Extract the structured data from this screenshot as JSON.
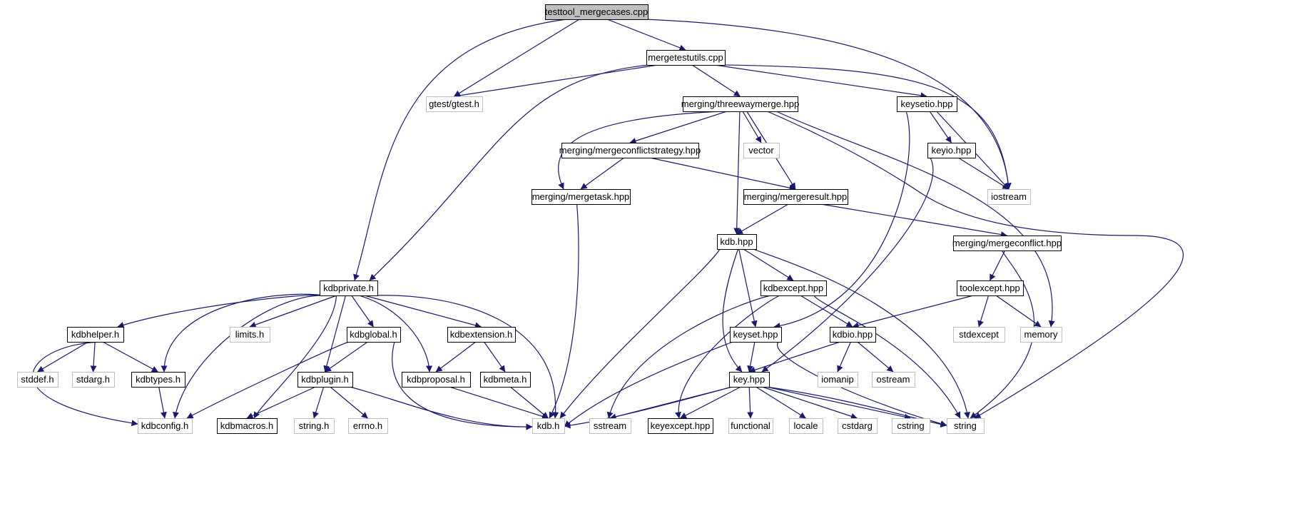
{
  "colors": {
    "edge": "#191970",
    "node_border": "#000000",
    "external_border": "#bfbfbf",
    "root_fill": "#bfbfbf",
    "node_fill": "#ffffff",
    "text": "#000000"
  },
  "nodes": [
    {
      "id": "testtool",
      "label": "testtool_mergecases.cpp",
      "kind": "root"
    },
    {
      "id": "mergetestutils",
      "label": "mergetestutils.cpp",
      "kind": "file"
    },
    {
      "id": "gtest",
      "label": "gtest/gtest.h",
      "kind": "external"
    },
    {
      "id": "threewaymerge",
      "label": "merging/threewaymerge.hpp",
      "kind": "file"
    },
    {
      "id": "keysetio",
      "label": "keysetio.hpp",
      "kind": "file"
    },
    {
      "id": "mergeconflictstrategy",
      "label": "merging/mergeconflictstrategy.hpp",
      "kind": "file"
    },
    {
      "id": "vector",
      "label": "vector",
      "kind": "external"
    },
    {
      "id": "keyio",
      "label": "keyio.hpp",
      "kind": "file"
    },
    {
      "id": "mergetask",
      "label": "merging/mergetask.hpp",
      "kind": "file"
    },
    {
      "id": "mergeresult",
      "label": "merging/mergeresult.hpp",
      "kind": "file"
    },
    {
      "id": "iostream",
      "label": "iostream",
      "kind": "external"
    },
    {
      "id": "kdbhpp",
      "label": "kdb.hpp",
      "kind": "file"
    },
    {
      "id": "mergeconflict",
      "label": "merging/mergeconflict.hpp",
      "kind": "file"
    },
    {
      "id": "kdbprivate",
      "label": "kdbprivate.h",
      "kind": "file"
    },
    {
      "id": "kdbexcept",
      "label": "kdbexcept.hpp",
      "kind": "file"
    },
    {
      "id": "toolexcept",
      "label": "toolexcept.hpp",
      "kind": "file"
    },
    {
      "id": "kdbhelper",
      "label": "kdbhelper.h",
      "kind": "file"
    },
    {
      "id": "limits",
      "label": "limits.h",
      "kind": "external"
    },
    {
      "id": "kdbglobal",
      "label": "kdbglobal.h",
      "kind": "file"
    },
    {
      "id": "kdbextension",
      "label": "kdbextension.h",
      "kind": "file"
    },
    {
      "id": "keyset",
      "label": "keyset.hpp",
      "kind": "file"
    },
    {
      "id": "kdbio",
      "label": "kdbio.hpp",
      "kind": "file"
    },
    {
      "id": "stdexcept",
      "label": "stdexcept",
      "kind": "external"
    },
    {
      "id": "memory",
      "label": "memory",
      "kind": "external"
    },
    {
      "id": "stddef",
      "label": "stddef.h",
      "kind": "external"
    },
    {
      "id": "stdarg",
      "label": "stdarg.h",
      "kind": "external"
    },
    {
      "id": "kdbtypes",
      "label": "kdbtypes.h",
      "kind": "file"
    },
    {
      "id": "kdbplugin",
      "label": "kdbplugin.h",
      "kind": "file"
    },
    {
      "id": "kdbproposal",
      "label": "kdbproposal.h",
      "kind": "file"
    },
    {
      "id": "kdbmeta",
      "label": "kdbmeta.h",
      "kind": "file"
    },
    {
      "id": "keyhpp",
      "label": "key.hpp",
      "kind": "file"
    },
    {
      "id": "iomanip",
      "label": "iomanip",
      "kind": "external"
    },
    {
      "id": "ostream",
      "label": "ostream",
      "kind": "external"
    },
    {
      "id": "kdbconfig",
      "label": "kdbconfig.h",
      "kind": "external"
    },
    {
      "id": "kdbmacros",
      "label": "kdbmacros.h",
      "kind": "file"
    },
    {
      "id": "stringh",
      "label": "string.h",
      "kind": "external"
    },
    {
      "id": "errno",
      "label": "errno.h",
      "kind": "external"
    },
    {
      "id": "kdbh",
      "label": "kdb.h",
      "kind": "external"
    },
    {
      "id": "sstream",
      "label": "sstream",
      "kind": "external"
    },
    {
      "id": "keyexcept",
      "label": "keyexcept.hpp",
      "kind": "file"
    },
    {
      "id": "functional",
      "label": "functional",
      "kind": "external"
    },
    {
      "id": "locale",
      "label": "locale",
      "kind": "external"
    },
    {
      "id": "cstdarg",
      "label": "cstdarg",
      "kind": "external"
    },
    {
      "id": "cstring",
      "label": "cstring",
      "kind": "external"
    },
    {
      "id": "string",
      "label": "string",
      "kind": "external"
    }
  ],
  "edges": [
    [
      "testtool",
      "mergetestutils"
    ],
    [
      "testtool",
      "gtest"
    ],
    [
      "testtool",
      "kdbprivate"
    ],
    [
      "testtool",
      "iostream"
    ],
    [
      "mergetestutils",
      "gtest"
    ],
    [
      "mergetestutils",
      "threewaymerge"
    ],
    [
      "mergetestutils",
      "keysetio"
    ],
    [
      "mergetestutils",
      "iostream"
    ],
    [
      "mergetestutils",
      "kdbprivate"
    ],
    [
      "threewaymerge",
      "mergeconflictstrategy"
    ],
    [
      "threewaymerge",
      "vector"
    ],
    [
      "threewaymerge",
      "mergetask"
    ],
    [
      "threewaymerge",
      "mergeresult"
    ],
    [
      "threewaymerge",
      "kdbhpp"
    ],
    [
      "threewaymerge",
      "memory"
    ],
    [
      "threewaymerge",
      "string"
    ],
    [
      "keysetio",
      "keyio"
    ],
    [
      "keysetio",
      "iostream"
    ],
    [
      "keysetio",
      "keyset"
    ],
    [
      "keyio",
      "iostream"
    ],
    [
      "keyio",
      "keyhpp"
    ],
    [
      "mergeconflictstrategy",
      "mergetask"
    ],
    [
      "mergeconflictstrategy",
      "mergeresult"
    ],
    [
      "mergetask",
      "kdbh"
    ],
    [
      "mergeresult",
      "kdbhpp"
    ],
    [
      "mergeresult",
      "mergeconflict"
    ],
    [
      "mergeconflict",
      "toolexcept"
    ],
    [
      "mergeconflict",
      "string"
    ],
    [
      "toolexcept",
      "stdexcept"
    ],
    [
      "toolexcept",
      "memory"
    ],
    [
      "toolexcept",
      "kdbio"
    ],
    [
      "kdbhpp",
      "kdbexcept"
    ],
    [
      "kdbhpp",
      "keyset"
    ],
    [
      "kdbhpp",
      "keyhpp"
    ],
    [
      "kdbhpp",
      "kdbh"
    ],
    [
      "kdbhpp",
      "string"
    ],
    [
      "kdbexcept",
      "kdbio"
    ],
    [
      "kdbexcept",
      "keyexcept"
    ],
    [
      "kdbexcept",
      "sstream"
    ],
    [
      "kdbexcept",
      "string"
    ],
    [
      "keyset",
      "keyhpp"
    ],
    [
      "keyset",
      "kdbh"
    ],
    [
      "keyset",
      "string"
    ],
    [
      "kdbio",
      "keyhpp"
    ],
    [
      "kdbio",
      "iomanip"
    ],
    [
      "kdbio",
      "ostream"
    ],
    [
      "keyhpp",
      "kdbh"
    ],
    [
      "keyhpp",
      "sstream"
    ],
    [
      "keyhpp",
      "keyexcept"
    ],
    [
      "keyhpp",
      "functional"
    ],
    [
      "keyhpp",
      "locale"
    ],
    [
      "keyhpp",
      "cstdarg"
    ],
    [
      "keyhpp",
      "cstring"
    ],
    [
      "keyhpp",
      "string"
    ],
    [
      "kdbprivate",
      "kdbhelper"
    ],
    [
      "kdbprivate",
      "limits"
    ],
    [
      "kdbprivate",
      "kdbglobal"
    ],
    [
      "kdbprivate",
      "kdbextension"
    ],
    [
      "kdbprivate",
      "kdbtypes"
    ],
    [
      "kdbprivate",
      "kdbplugin"
    ],
    [
      "kdbprivate",
      "kdbproposal"
    ],
    [
      "kdbprivate",
      "kdbconfig"
    ],
    [
      "kdbprivate",
      "kdbmacros"
    ],
    [
      "kdbprivate",
      "kdbh"
    ],
    [
      "kdbhelper",
      "stddef"
    ],
    [
      "kdbhelper",
      "stdarg"
    ],
    [
      "kdbhelper",
      "kdbtypes"
    ],
    [
      "kdbhelper",
      "kdbconfig"
    ],
    [
      "kdbtypes",
      "kdbconfig"
    ],
    [
      "kdbglobal",
      "kdbplugin"
    ],
    [
      "kdbglobal",
      "kdbconfig"
    ],
    [
      "kdbglobal",
      "kdbh"
    ],
    [
      "kdbextension",
      "kdbproposal"
    ],
    [
      "kdbextension",
      "kdbmeta"
    ],
    [
      "kdbplugin",
      "kdbmacros"
    ],
    [
      "kdbplugin",
      "stringh"
    ],
    [
      "kdbplugin",
      "errno"
    ],
    [
      "kdbplugin",
      "kdbh"
    ],
    [
      "kdbproposal",
      "kdbh"
    ],
    [
      "kdbmeta",
      "kdbh"
    ]
  ]
}
